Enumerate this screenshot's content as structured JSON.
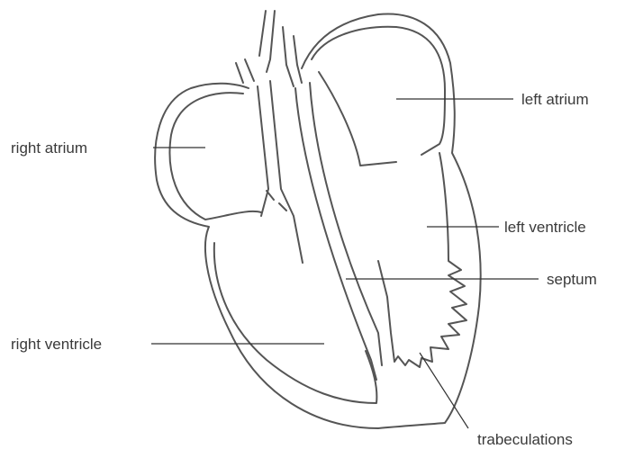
{
  "labels": {
    "left_atrium": "left atrium",
    "right_atrium": "right atrium",
    "left_ventricle": "left ventricle",
    "septum": "septum",
    "right_ventricle": "right ventricle",
    "trabeculations": "trabeculations"
  },
  "colors": {
    "outline": "#555555",
    "leader": "#333333",
    "text": "#3a3a3a",
    "background": "#ffffff"
  }
}
